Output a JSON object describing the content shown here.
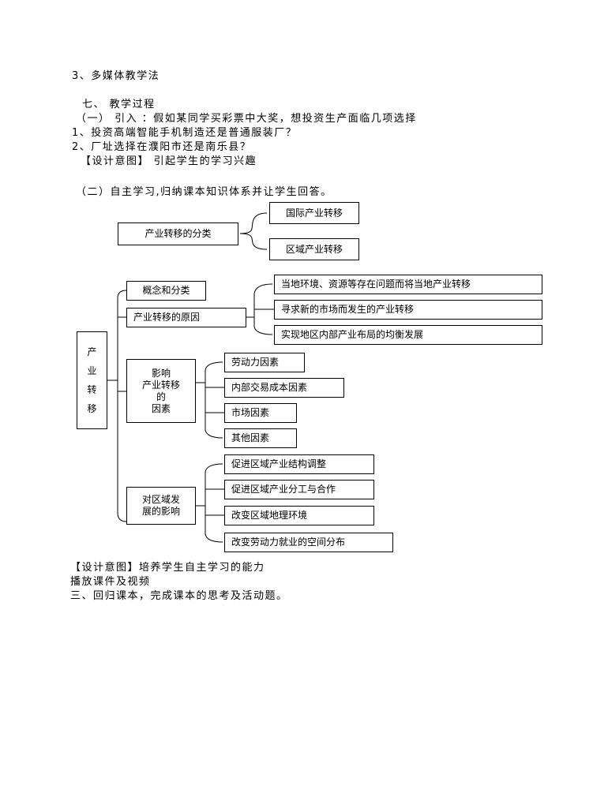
{
  "lines": {
    "method3": "3、多媒体教学法",
    "section7": "七、 教学过程",
    "intro": "（一） 引入 ：假如某同学买彩票中大奖，想投资生产面临几项选择",
    "q1": "1、投资高端智能手机制造还是普通服装厂？",
    "q2": "2、厂址选择在濮阳市还是南乐县？",
    "design1": "【设计意图】 引起学生的学习兴趣",
    "self_study": "（二）自主学习,归纳课本知识体系并让学生回答。",
    "design2": "【设计意图】培养学生自主学习的能力",
    "play": "播放课件及视频",
    "section3": "三、回归课本，完成课本的思考及活动题。"
  },
  "diagram1": {
    "root": "产业转移的分类",
    "children": [
      "国际产业转移",
      "区域产业转移"
    ]
  },
  "diagram2": {
    "root": "产\n业\n转\n移",
    "concept": "概念和分类",
    "reasons": {
      "label": "产业转移的原因",
      "items": [
        "当地环境、资源等存在问题而将当地产业转移",
        "寻求新的市场而发生的产业转移",
        "实现地区内部产业布局的均衡发展"
      ]
    },
    "factors": {
      "label": "影响\n产业转移\n的\n因素",
      "items": [
        "劳动力因素",
        "内部交易成本因素",
        "市场因素",
        "其他因素"
      ]
    },
    "impact": {
      "label": "对区域发\n展的影响",
      "items": [
        "促进区域产业结构调整",
        "促进区域产业分工与合作",
        "改变区域地理环境",
        "改变劳动力就业的空间分布"
      ]
    }
  }
}
